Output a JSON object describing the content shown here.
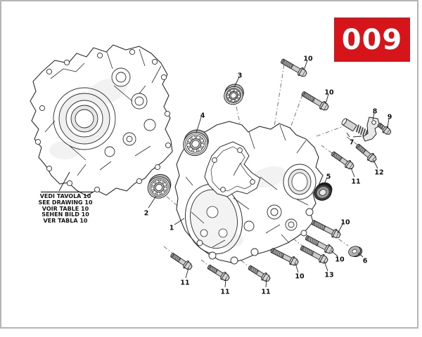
{
  "badge": {
    "number": "009",
    "bg": "#d6151b",
    "fg": "#ffffff"
  },
  "note": {
    "lines": [
      "VEDI TAVOLA 10",
      "SEE DRAWING 10",
      "VOIR TABLE 10",
      "SEHEN BILD 10",
      "VER TABLA 10"
    ]
  },
  "callouts": {
    "c1": {
      "label": "1"
    },
    "c2": {
      "label": "2"
    },
    "c3": {
      "label": "3"
    },
    "c4": {
      "label": "4"
    },
    "c5": {
      "label": "5"
    },
    "c6": {
      "label": "6"
    },
    "c7": {
      "label": "7"
    },
    "c8": {
      "label": "8"
    },
    "c9": {
      "label": "9"
    },
    "c10a": {
      "label": "10"
    },
    "c10b": {
      "label": "10"
    },
    "c10c": {
      "label": "10"
    },
    "c10d": {
      "label": "10"
    },
    "c10e": {
      "label": "10"
    },
    "c11a": {
      "label": "11"
    },
    "c11b": {
      "label": "11"
    },
    "c11c": {
      "label": "11"
    },
    "c11ur": {
      "label": "11"
    },
    "c12": {
      "label": "12"
    },
    "c13": {
      "label": "13"
    }
  },
  "colors": {
    "page_border": "#b5b5b5",
    "line": "#2b2b2b",
    "centerline": "#6a6a6a",
    "metal_light": "#cdcdcd",
    "metal_dark": "#9e9e9e",
    "seal_dark": "#3c3c3c"
  }
}
